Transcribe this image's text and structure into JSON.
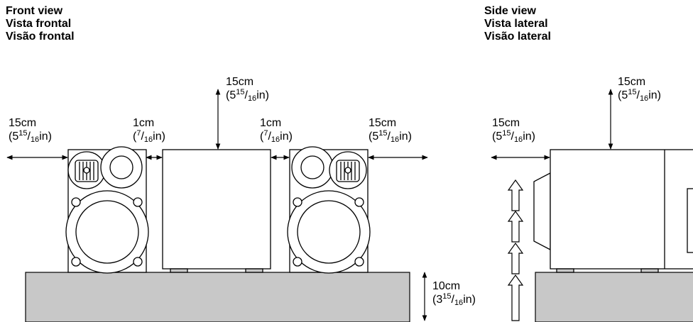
{
  "front_view": {
    "title_lines": [
      "Front view",
      "Vista frontal",
      "Visão frontal"
    ],
    "label_left": {
      "main": "15cm",
      "whole": "5",
      "num": "15",
      "den": "16",
      "unit": "in"
    },
    "label_gap_left": {
      "main": "1cm",
      "whole": "",
      "num": "7",
      "den": "16",
      "unit": "in"
    },
    "label_top": {
      "main": "15cm",
      "whole": "5",
      "num": "15",
      "den": "16",
      "unit": "in"
    },
    "label_gap_right": {
      "main": "1cm",
      "whole": "",
      "num": "7",
      "den": "16",
      "unit": "in"
    },
    "label_right": {
      "main": "15cm",
      "whole": "5",
      "num": "15",
      "den": "16",
      "unit": "in"
    },
    "label_floor": {
      "main": "10cm",
      "whole": "3",
      "num": "15",
      "den": "16",
      "unit": "in"
    }
  },
  "side_view": {
    "title_lines": [
      "Side view",
      "Vista lateral",
      "Visão lateral"
    ],
    "label_top": {
      "main": "15cm",
      "whole": "5",
      "num": "15",
      "den": "16",
      "unit": "in"
    },
    "label_left": {
      "main": "15cm",
      "whole": "5",
      "num": "15",
      "den": "16",
      "unit": "in"
    }
  },
  "colors": {
    "platform": "#c8c8c8",
    "line": "#000000"
  }
}
